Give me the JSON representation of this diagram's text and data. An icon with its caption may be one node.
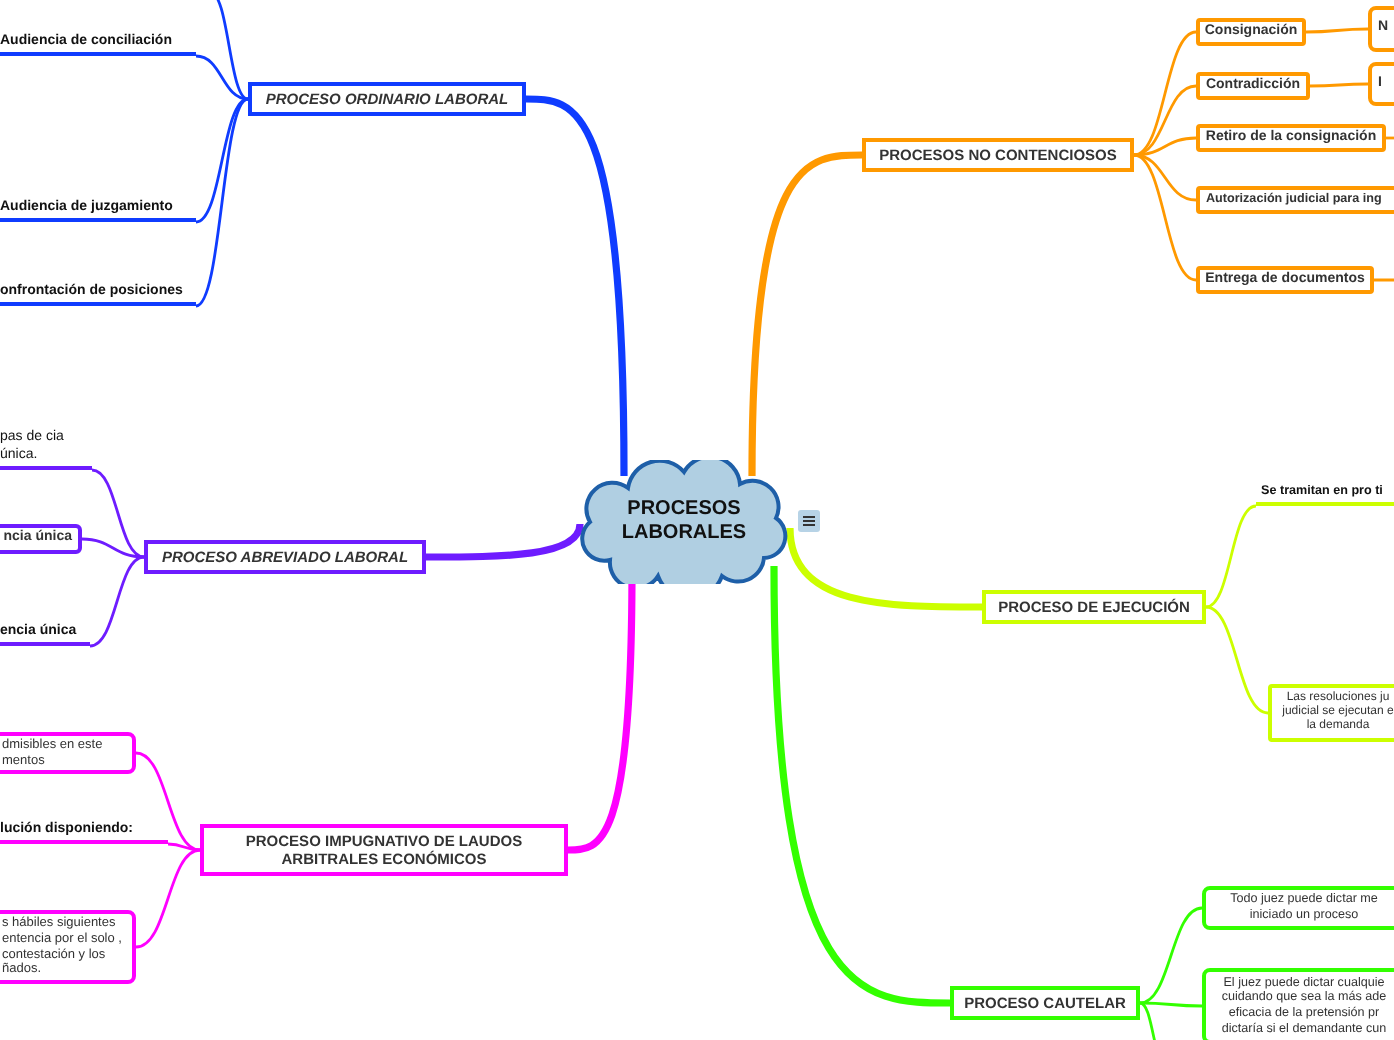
{
  "diagram": {
    "nodes": [
      {
        "text": [
          "PROCESOS LABORALES"
        ]
      },
      {
        "text": [
          "PROCESO ORDINARIO LABORAL"
        ]
      },
      {
        "text": [
          "Audiencia de conciliación"
        ]
      },
      {
        "text": [
          "Audiencia de juzgamiento"
        ]
      },
      {
        "text": [
          "onfrontación de posiciones"
        ]
      },
      {
        "text": [
          "PROCESO ABREVIADO LABORAL"
        ]
      },
      {
        "text": [
          "pas de cia única."
        ]
      },
      {
        "text": [
          "ncia única"
        ]
      },
      {
        "text": [
          "encia única"
        ]
      },
      {
        "text": [
          "PROCESO IMPUGNATIVO DE LAUDOS ARBITRALES ECONÓMICOS"
        ]
      },
      {
        "text": [
          "dmisibles en este mentos"
        ]
      },
      {
        "text": [
          "lución disponiendo:"
        ]
      },
      {
        "text": [
          "s hábiles siguientes entencia por el solo , contestación y los ñados."
        ]
      },
      {
        "text": [
          "PROCESOS NO CONTENCIOSOS"
        ]
      },
      {
        "text": [
          "Consignación"
        ]
      },
      {
        "text": [
          "N"
        ]
      },
      {
        "text": [
          "Contradicción"
        ]
      },
      {
        "text": [
          "I"
        ]
      },
      {
        "text": [
          "Retiro de la consignación"
        ]
      },
      {
        "text": [
          "Autorización judicial para ing"
        ]
      },
      {
        "text": [
          "Entrega de documentos"
        ]
      },
      {
        "text": [
          "PROCESO DE EJECUCIÓN"
        ]
      },
      {
        "text": [
          "Se tramitan en pro ti"
        ]
      },
      {
        "text": [
          "Las resoluciones ju judicial se ejecutan e la demanda"
        ]
      },
      {
        "text": [
          "PROCESO CAUTELAR"
        ]
      },
      {
        "text": [
          "Todo juez puede dictar me iniciado un proceso"
        ]
      },
      {
        "text": [
          "El juez puede dictar cualquie cuidando que sea la más ade eficacia de la pretensión pr dictaría si el demandante cun"
        ]
      }
    ],
    "edges": [
      {
        "from": 0,
        "to": 1,
        "arrow": "none",
        "style": "thick",
        "color": "#0f3cff"
      },
      {
        "from": 1,
        "to": 2,
        "arrow": "none",
        "color": "#0f3cff"
      },
      {
        "from": 1,
        "to": 3,
        "arrow": "none",
        "color": "#0f3cff"
      },
      {
        "from": 1,
        "to": 4,
        "arrow": "none",
        "color": "#0f3cff"
      },
      {
        "from": 1,
        "to": null,
        "arrow": "none",
        "color": "#0f3cff"
      },
      {
        "from": 0,
        "to": 5,
        "arrow": "none",
        "style": "thick",
        "color": "#6e1cff"
      },
      {
        "from": 5,
        "to": 6,
        "arrow": "none",
        "color": "#6e1cff"
      },
      {
        "from": 5,
        "to": 7,
        "arrow": "none",
        "color": "#6e1cff"
      },
      {
        "from": 5,
        "to": 8,
        "arrow": "none",
        "color": "#6e1cff"
      },
      {
        "from": 0,
        "to": 9,
        "arrow": "none",
        "style": "thick",
        "color": "#ff00ff"
      },
      {
        "from": 9,
        "to": 10,
        "arrow": "none",
        "color": "#ff00ff"
      },
      {
        "from": 9,
        "to": 11,
        "arrow": "none",
        "color": "#ff00ff"
      },
      {
        "from": 9,
        "to": 12,
        "arrow": "none",
        "color": "#ff00ff"
      },
      {
        "from": 0,
        "to": 13,
        "arrow": "none",
        "style": "thick",
        "color": "#ff9900"
      },
      {
        "from": 13,
        "to": 14,
        "arrow": "none",
        "color": "#ff9900"
      },
      {
        "from": 14,
        "to": 15,
        "arrow": "none",
        "color": "#ff9900"
      },
      {
        "from": 13,
        "to": 16,
        "arrow": "none",
        "color": "#ff9900"
      },
      {
        "from": 16,
        "to": 17,
        "arrow": "none",
        "color": "#ff9900"
      },
      {
        "from": 13,
        "to": 18,
        "arrow": "none",
        "color": "#ff9900"
      },
      {
        "from": 18,
        "to": null,
        "arrow": "none",
        "color": "#ff9900"
      },
      {
        "from": 13,
        "to": 19,
        "arrow": "none",
        "color": "#ff9900"
      },
      {
        "from": 13,
        "to": 20,
        "arrow": "none",
        "color": "#ff9900"
      },
      {
        "from": 20,
        "to": null,
        "arrow": "none",
        "color": "#ff9900"
      },
      {
        "from": 0,
        "to": 21,
        "arrow": "none",
        "style": "thick",
        "color": "#ccff00"
      },
      {
        "from": 21,
        "to": 22,
        "arrow": "none",
        "color": "#ccff00"
      },
      {
        "from": 21,
        "to": 23,
        "arrow": "none",
        "color": "#ccff00"
      },
      {
        "from": 0,
        "to": 24,
        "arrow": "none",
        "style": "thick",
        "color": "#33ff00"
      },
      {
        "from": 24,
        "to": 25,
        "arrow": "none",
        "color": "#33ff00"
      },
      {
        "from": 24,
        "to": 26,
        "arrow": "none",
        "color": "#33ff00"
      },
      {
        "from": 24,
        "to": null,
        "arrow": "none",
        "color": "#33ff00"
      }
    ]
  }
}
